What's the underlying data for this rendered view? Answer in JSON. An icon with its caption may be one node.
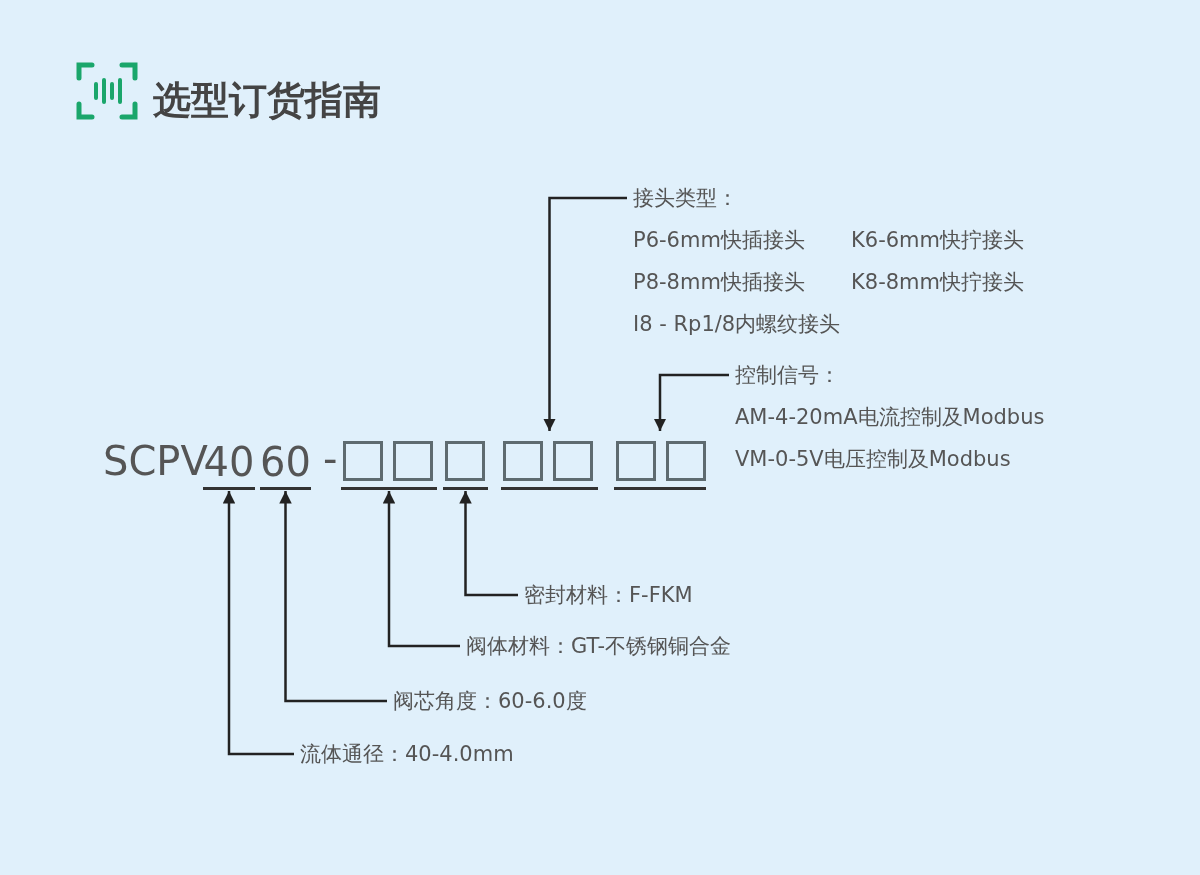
{
  "diagram": {
    "title": "选型订货指南",
    "nodes": [
      {
        "text": [
          "接头类型：",
          "P6-6mm快插接头",
          "K6-6mm快拧接头",
          "P8-8mm快插接头",
          "K8-8mm快拧接头",
          "I8 - Rp1/8内螺纹接头"
        ]
      },
      {
        "text": [
          "控制信号：",
          "AM-4-20mA电流控制及Modbus",
          "VM-0-5V电压控制及Modbus"
        ]
      },
      {
        "text": [
          "40"
        ]
      },
      {
        "text": [
          "60"
        ]
      },
      {
        "text": [],
        "shape": "box"
      },
      {
        "text": [],
        "shape": "box"
      },
      {
        "text": [],
        "shape": "box"
      },
      {
        "text": [],
        "shape": "box"
      },
      {
        "text": [
          "密封材料：F-FKM"
        ]
      },
      {
        "text": [
          "阀体材料：GT-不锈钢铜合金"
        ]
      },
      {
        "text": [
          "阀芯角度：60-6.0度"
        ]
      },
      {
        "text": [
          "流体通径：40-4.0mm"
        ]
      }
    ],
    "edges": [
      {
        "from": 0,
        "to": 6,
        "arrow": "to"
      },
      {
        "from": 1,
        "to": 7,
        "arrow": "to"
      },
      {
        "from": 8,
        "to": 5,
        "arrow": "to"
      },
      {
        "from": 9,
        "to": 4,
        "arrow": "to"
      },
      {
        "from": 10,
        "to": 3,
        "arrow": "to"
      },
      {
        "from": 11,
        "to": 2,
        "arrow": "to"
      }
    ],
    "labels": [
      "SCPV",
      "-"
    ]
  }
}
